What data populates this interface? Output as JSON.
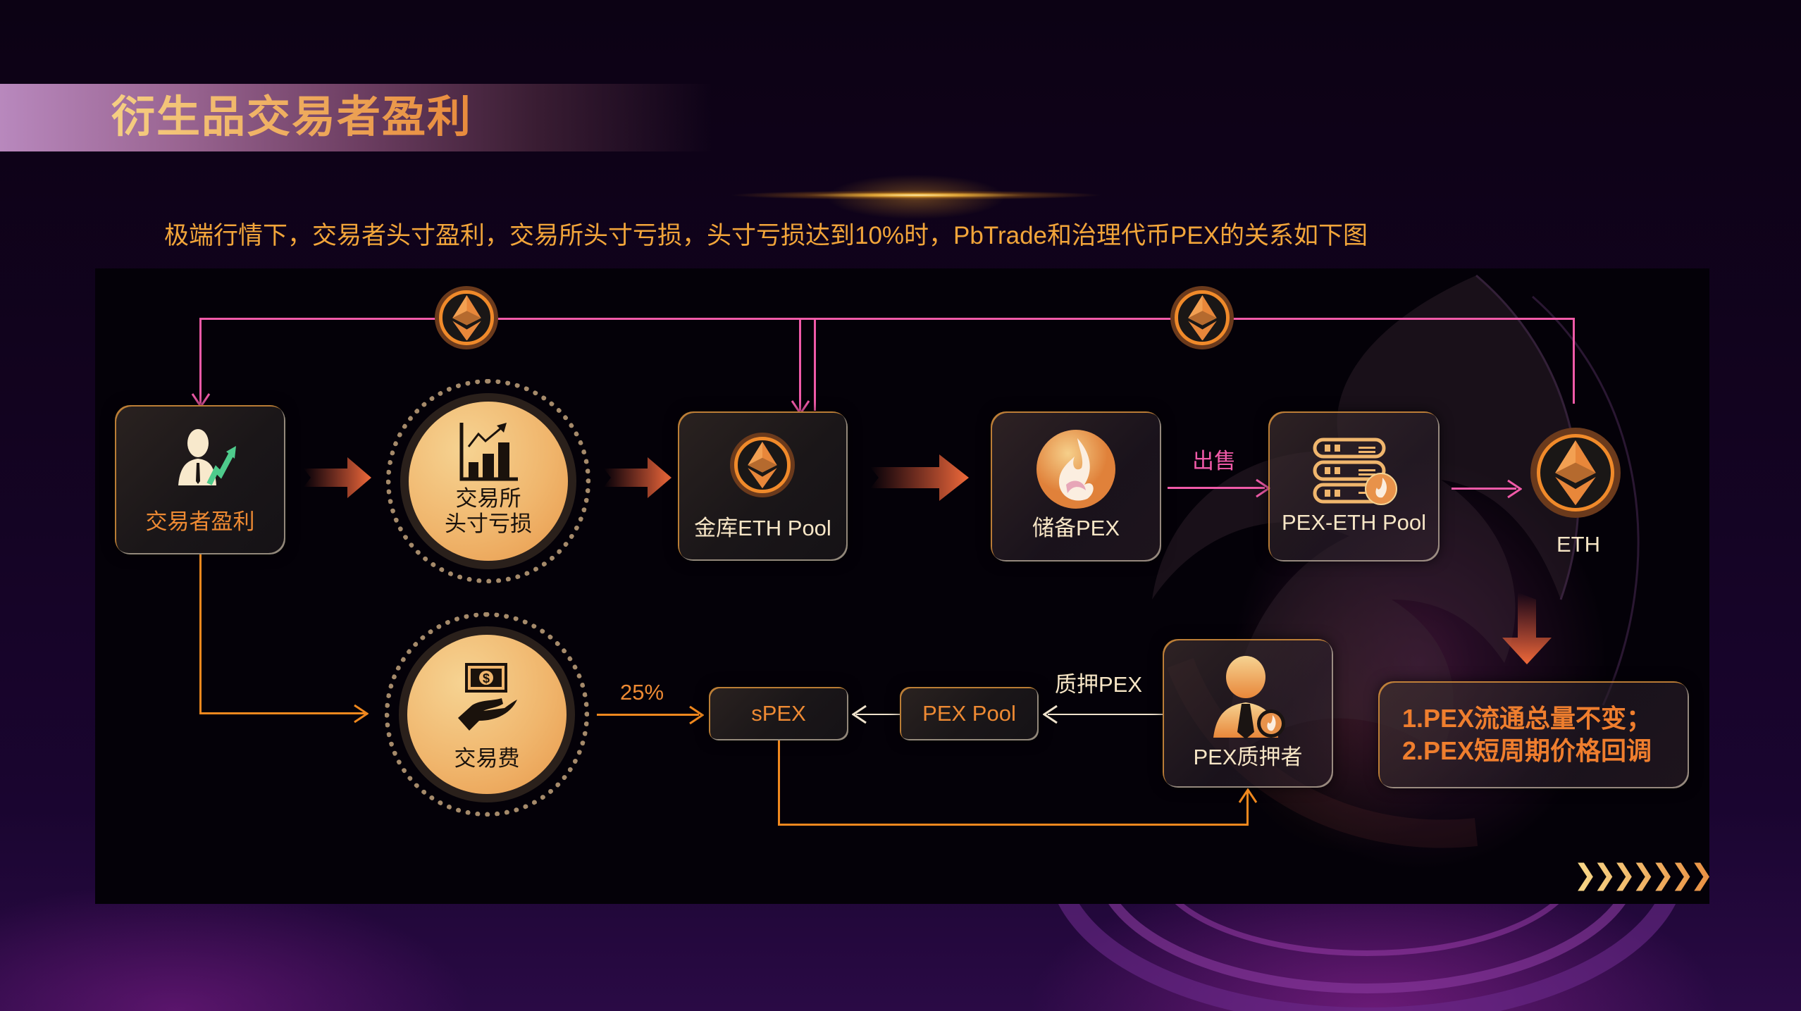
{
  "slide": {
    "title": "衍生品交易者盈利",
    "subtitle": "极端行情下，交易者头寸盈利，交易所头寸亏损，头寸亏损达到10%时，PbTrade和治理代币PEX的关系如下图"
  },
  "colors": {
    "accent_orange": "#ee8a33",
    "pink_line": "#f05aa8",
    "orange_line": "#f0881e",
    "text_cream": "#f7e6c6",
    "subtitle_color": "#f2a53a"
  },
  "diagram": {
    "nodes": {
      "trader_profit": {
        "label": "交易者盈利",
        "icon": "trader-profit-icon"
      },
      "exchange_loss": {
        "label_line1": "交易所",
        "label_line2": "头寸亏损",
        "icon": "bar-chart-growth-icon"
      },
      "treasury_eth_pool": {
        "label": "金库ETH Pool",
        "icon": "ethereum-icon"
      },
      "reserve_pex": {
        "label": "储备PEX",
        "icon": "pex-phoenix-icon"
      },
      "pex_eth_pool": {
        "label": "PEX-ETH Pool",
        "icon": "server-stack-icon"
      },
      "eth": {
        "label": "ETH",
        "icon": "ethereum-icon"
      },
      "trade_fee": {
        "label": "交易费",
        "icon": "money-hand-icon"
      },
      "spex": {
        "label": "sPEX"
      },
      "pex_pool": {
        "label": "PEX Pool"
      },
      "pex_staker": {
        "label": "PEX质押者",
        "icon": "staker-user-icon"
      }
    },
    "edges": {
      "sell_label": "出售",
      "fee_share_label": "25%",
      "stake_label": "质押PEX"
    },
    "result": {
      "line1": "1.PEX流通总量不变；",
      "line2": "2.PEX短周期价格回调"
    },
    "chevrons": "❯❯❯❯❯❯❯❯"
  }
}
